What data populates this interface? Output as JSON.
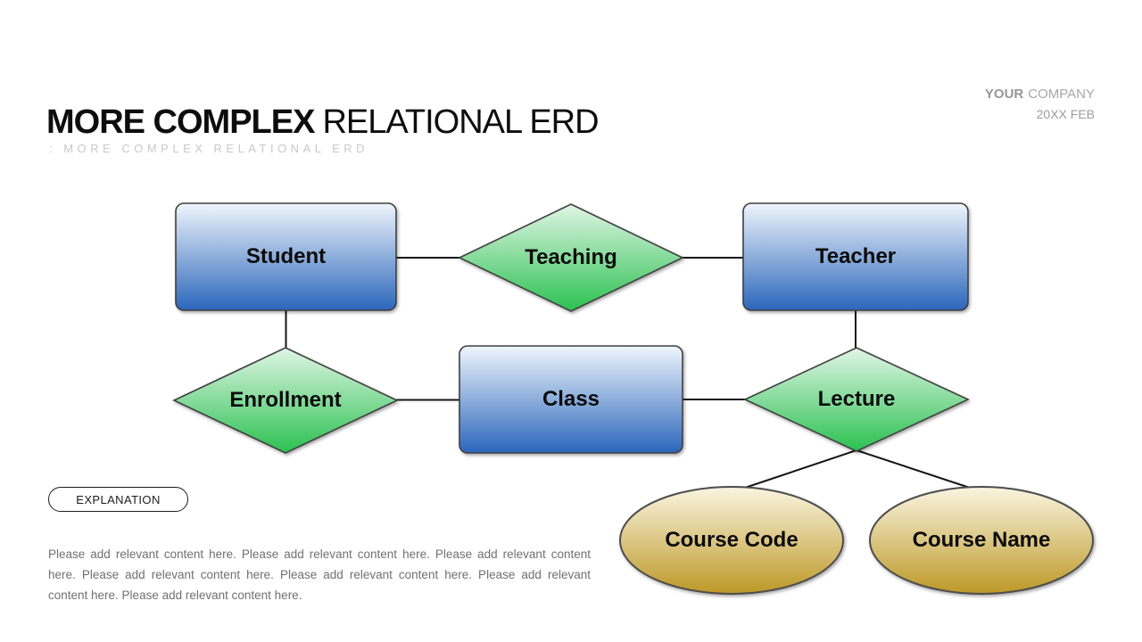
{
  "slide": {
    "title": {
      "bold": "MORE COMPLEX",
      "regular": "RELATIONAL ERD"
    },
    "subtitle": ": MORE COMPLEX RELATIONAL ERD",
    "company": {
      "bold": "YOUR",
      "regular": "COMPANY",
      "date": "20XX FEB"
    }
  },
  "diagram": {
    "entities": {
      "student": "Student",
      "teacher": "Teacher",
      "class": "Class"
    },
    "relationships": {
      "teaching": "Teaching",
      "enrollment": "Enrollment",
      "lecture": "Lecture"
    },
    "attributes": {
      "course_code": "Course Code",
      "course_name": "Course Name"
    }
  },
  "explanation": {
    "label": "EXPLANATION",
    "body": "Please add relevant content here. Please add relevant content here. Please add relevant content here. Please add relevant content here. Please add relevant content here. Please add relevant content here. Please add relevant content here."
  },
  "colors": {
    "entity_top": "#eff5fc",
    "entity_bottom": "#2b66bb",
    "relationship_top": "#e0f5e5",
    "relationship_bottom": "#2bc151",
    "attribute_top": "#faf5e1",
    "attribute_bottom": "#bd9827",
    "connector": "#141414",
    "shape_border": "#404040"
  }
}
